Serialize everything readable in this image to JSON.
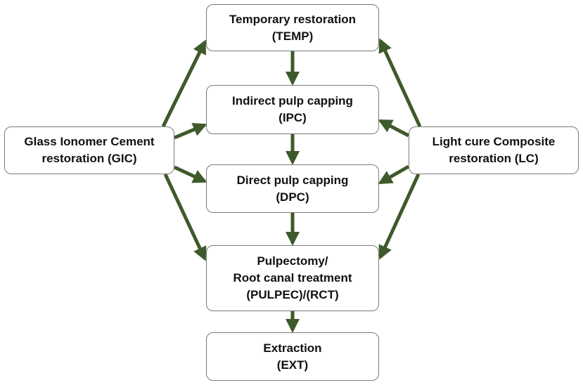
{
  "diagram": {
    "arrow_color": "#3e5a2b",
    "node_border_color": "#7a7a7a",
    "nodes": {
      "temp": {
        "lines": [
          "Temporary restoration",
          "(TEMP)"
        ]
      },
      "ipc": {
        "lines": [
          "Indirect pulp capping",
          "(IPC)"
        ]
      },
      "dpc": {
        "lines": [
          "Direct pulp capping",
          "(DPC)"
        ]
      },
      "rct": {
        "lines": [
          "Pulpectomy/",
          "Root canal treatment",
          "(PULPEC)/(RCT)"
        ]
      },
      "ext": {
        "lines": [
          "Extraction",
          "(EXT)"
        ]
      },
      "gic": {
        "lines": [
          "Glass Ionomer Cement",
          "restoration (GIC)"
        ]
      },
      "lc": {
        "lines": [
          "Light cure Composite",
          "restoration (LC)"
        ]
      }
    },
    "edges": [
      {
        "from": "temp",
        "to": "ipc"
      },
      {
        "from": "ipc",
        "to": "dpc"
      },
      {
        "from": "dpc",
        "to": "rct"
      },
      {
        "from": "rct",
        "to": "ext"
      },
      {
        "from": "gic",
        "to": "temp"
      },
      {
        "from": "gic",
        "to": "ipc"
      },
      {
        "from": "gic",
        "to": "dpc"
      },
      {
        "from": "gic",
        "to": "rct"
      },
      {
        "from": "lc",
        "to": "temp"
      },
      {
        "from": "lc",
        "to": "ipc"
      },
      {
        "from": "lc",
        "to": "dpc"
      },
      {
        "from": "lc",
        "to": "rct"
      }
    ]
  }
}
